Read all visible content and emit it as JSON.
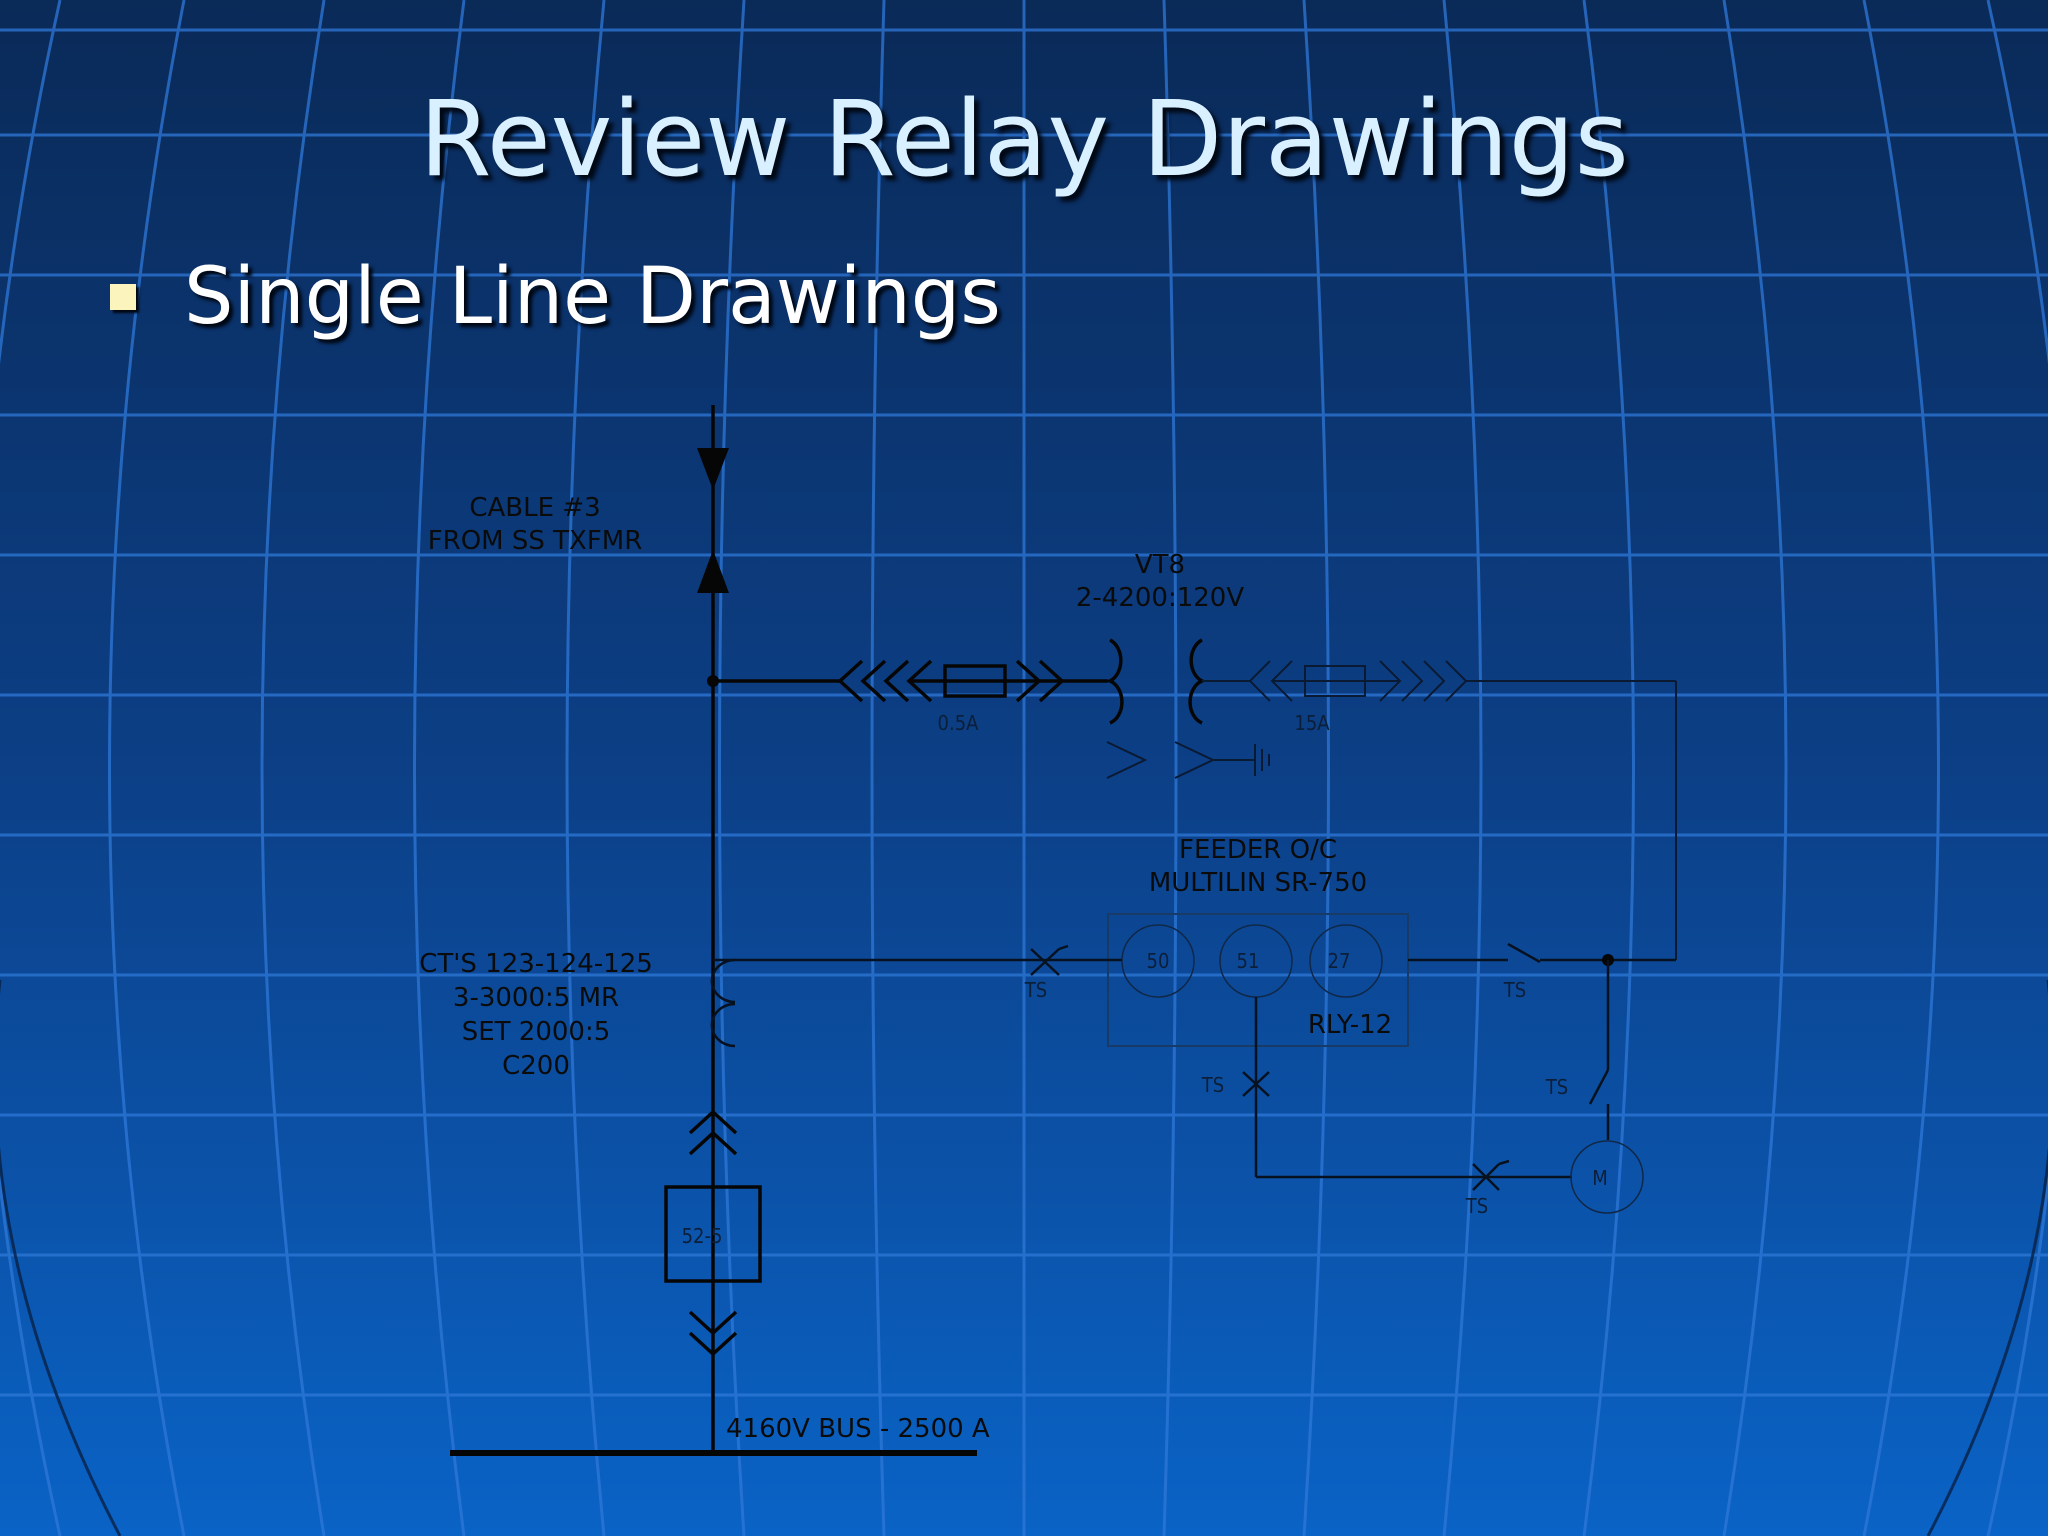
{
  "slide": {
    "title": "Review Relay Drawings",
    "bullet": "Single Line Drawings"
  },
  "diagram": {
    "cable_label": [
      "CABLE #3",
      "FROM SS TXFMR"
    ],
    "vt_label": [
      "VT8",
      "2-4200:120V"
    ],
    "fuse_primary": "0.5A",
    "fuse_secondary": "15A",
    "relay_label": [
      "FEEDER O/C",
      "MULTILIN SR-750"
    ],
    "relay_functions": [
      "50",
      "51",
      "27"
    ],
    "relay_id": "RLY-12",
    "ct_label": [
      "CT'S 123-124-125",
      "3-3000:5 MR",
      "SET 2000:5",
      "C200"
    ],
    "test_switch": "TS",
    "breaker": "52-5",
    "motor": "M",
    "bus_label": "4160V BUS - 2500 A"
  },
  "colors": {
    "background_top": "#0a2a58",
    "background_bottom": "#0a63c6",
    "grid_line": "#2e78d8",
    "title_text": "#d8f0ff",
    "bullet_marker": "#fbf4bc",
    "diagram_ink": "#060606"
  }
}
